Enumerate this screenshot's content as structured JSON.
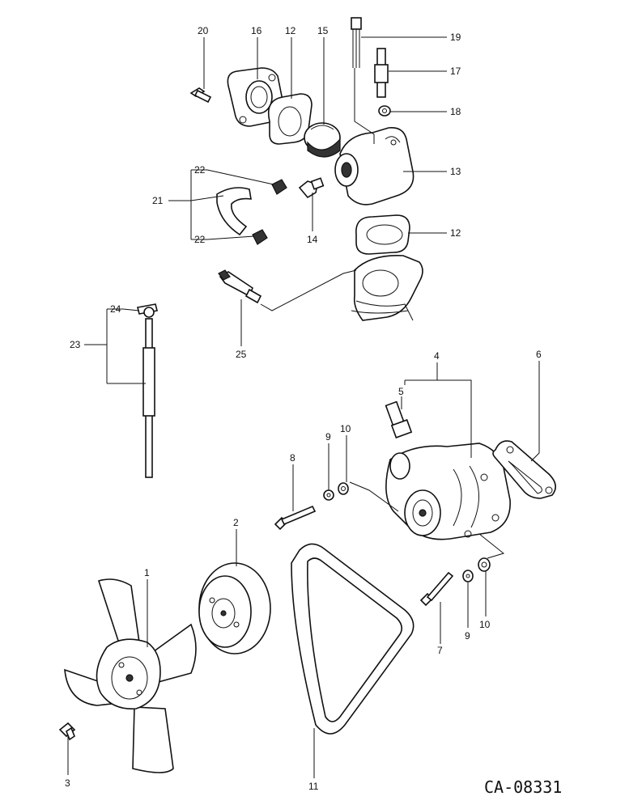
{
  "drawing_code": "CA-08331",
  "callouts": {
    "c1": "1",
    "c2": "2",
    "c3": "3",
    "c4": "4",
    "c5": "5",
    "c6": "6",
    "c7": "7",
    "c8": "8",
    "c9a": "9",
    "c9b": "9",
    "c10a": "10",
    "c10b": "10",
    "c11": "11",
    "c12a": "12",
    "c12b": "12",
    "c13": "13",
    "c14": "14",
    "c15": "15",
    "c16": "16",
    "c17": "17",
    "c18": "18",
    "c19": "19",
    "c20": "20",
    "c21": "21",
    "c22a": "22",
    "c22b": "22",
    "c23": "23",
    "c24": "24",
    "c25": "25"
  }
}
